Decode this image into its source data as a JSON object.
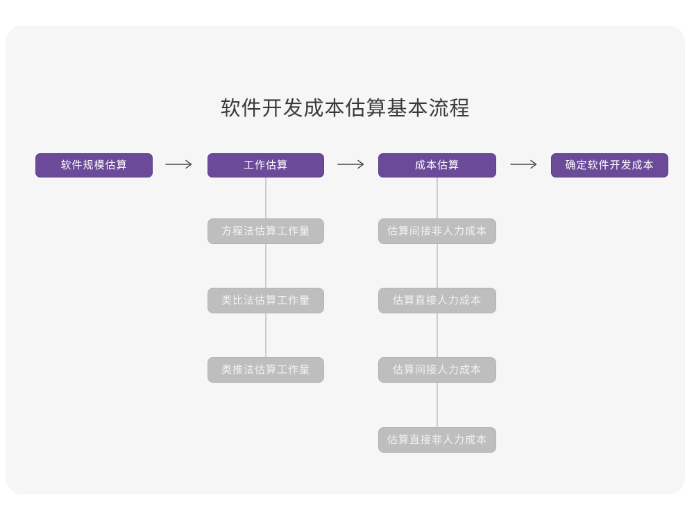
{
  "title": "软件开发成本估算基本流程",
  "colors": {
    "accent": "#6b4a99",
    "accent_border": "#5d3e8c",
    "node_text": "#ffffff",
    "sub_node_bg": "#bebebe",
    "sub_node_border": "#b4b4b4",
    "sub_node_text": "#f2f2f2",
    "canvas_bg": "#f6f6f7",
    "page_bg": "#ffffff",
    "title_text": "#3a3a3a",
    "arrow": "#4a4a4a",
    "connector": "#cccccc"
  },
  "flow": {
    "main_nodes": [
      {
        "label": "软件规模估算"
      },
      {
        "label": "工作估算"
      },
      {
        "label": "成本估算"
      },
      {
        "label": "确定软件开发成本"
      }
    ],
    "work_sub_nodes": [
      "方程法估算工作量",
      "类比法估算工作量",
      "类推法估算工作量"
    ],
    "cost_sub_nodes": [
      "估算间接非人力成本",
      "估算直接人力成本",
      "估算间接人力成本",
      "估算直接非人力成本"
    ]
  }
}
